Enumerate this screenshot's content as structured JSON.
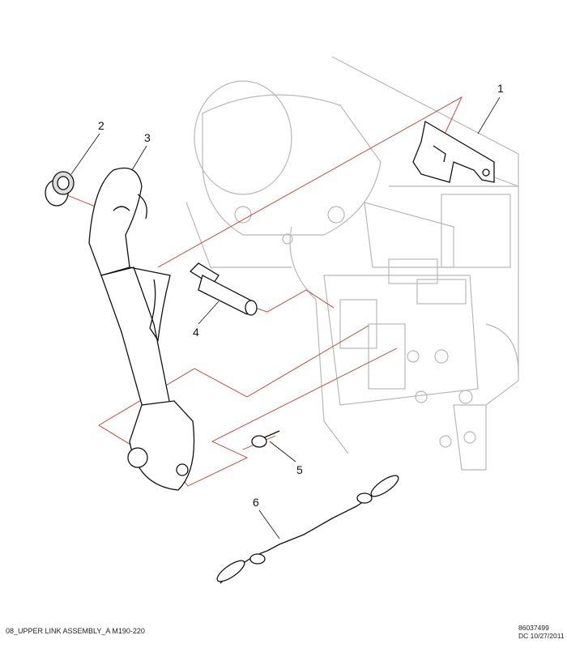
{
  "callouts": [
    "1",
    "2",
    "3",
    "4",
    "5",
    "6"
  ],
  "footer": {
    "title": "08_UPPER LINK ASSEMBLY_A M190-220",
    "part_number": "86037499",
    "date_code": "DC 10/27/2011"
  },
  "colors": {
    "guide_line": "#c0392b",
    "background_part": "#b8b8b8",
    "part": "#111111"
  }
}
